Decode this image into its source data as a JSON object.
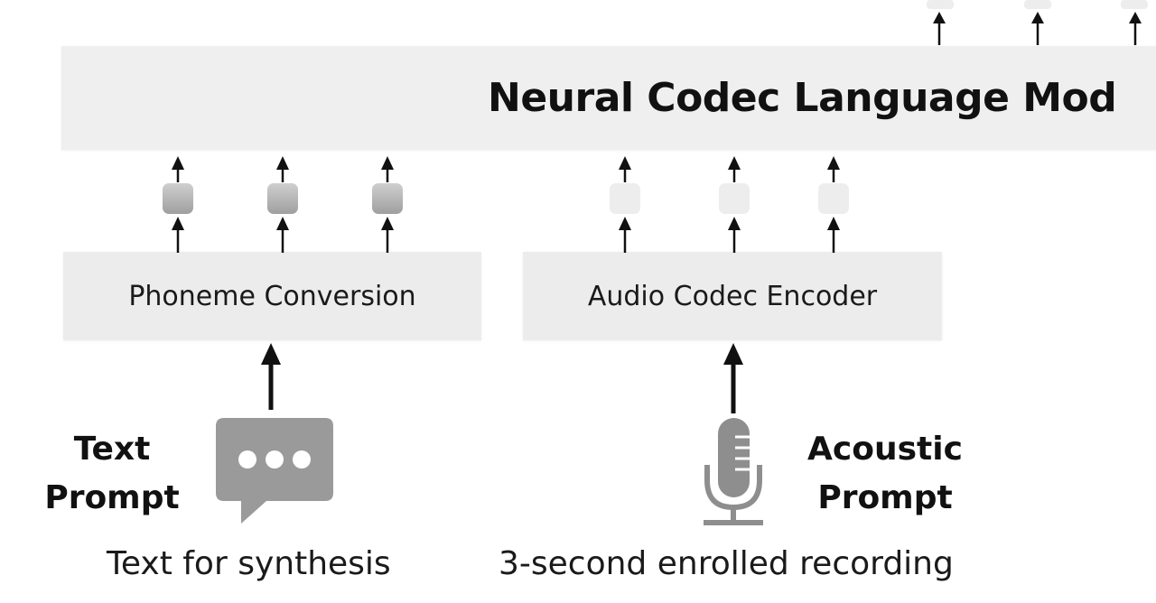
{
  "main_model": {
    "label": "Neural Codec Language Mod"
  },
  "phoneme_box": {
    "label": "Phoneme Conversion"
  },
  "codec_box": {
    "label": "Audio Codec Encoder"
  },
  "text_prompt": {
    "line1": "Text",
    "line2": "Prompt",
    "caption": "Text for synthesis"
  },
  "acoustic_prompt": {
    "line1": "Acoustic",
    "line2": "Prompt",
    "caption": "3-second enrolled recording"
  },
  "icons": {
    "chat": "chat-bubble-icon",
    "mic": "microphone-icon"
  },
  "colors": {
    "box_fill": "#ececec",
    "text_token": "#b4b4b4",
    "audio_token": "#ededed",
    "icon_gray": "#9a9a9a"
  }
}
